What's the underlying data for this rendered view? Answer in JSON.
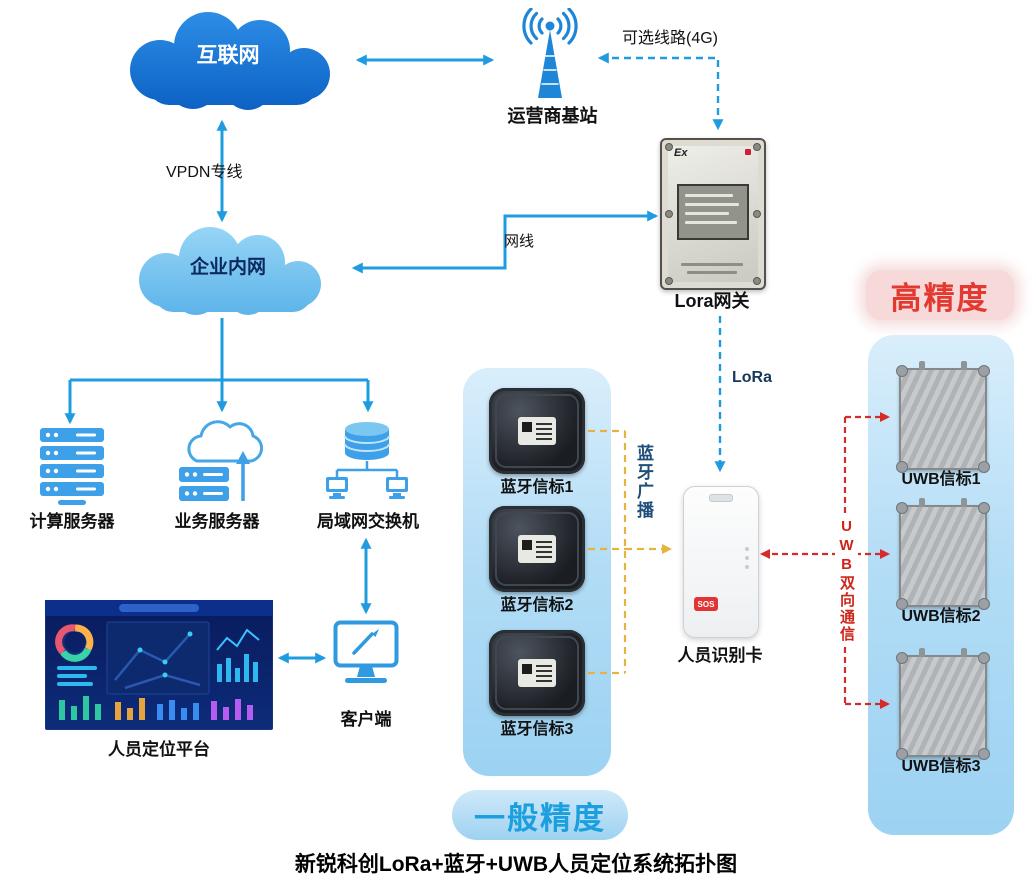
{
  "title": "新锐科创LoRa+蓝牙+UWB人员定位系统拓扑图",
  "badges": {
    "high_precision": "高精度",
    "general_precision": "一般精度"
  },
  "links": {
    "optional_4g": "可选线路(4G)",
    "vpdn": "VPDN专线",
    "ethernet": "网线",
    "lora": "LoRa",
    "bluetooth_broadcast": "蓝牙广播",
    "uwb_duplex": "UWB双向通信"
  },
  "nodes": {
    "internet": {
      "label": "互联网"
    },
    "carrier_base_station": {
      "label": "运营商基站"
    },
    "enterprise_intranet": {
      "label": "企业内网"
    },
    "lora_gateway": {
      "label": "Lora网关",
      "marking": "Ex"
    },
    "compute_server": {
      "label": "计算服务器"
    },
    "business_server": {
      "label": "业务服务器"
    },
    "lan_switch": {
      "label": "局域网交换机"
    },
    "client": {
      "label": "客户端"
    },
    "positioning_platform": {
      "label": "人员定位平台"
    },
    "bt_beacons": [
      {
        "label": "蓝牙信标1"
      },
      {
        "label": "蓝牙信标2"
      },
      {
        "label": "蓝牙信标3"
      }
    ],
    "person_card": {
      "label": "人员识别卡",
      "sos": "SOS"
    },
    "uwb_beacons": [
      {
        "label": "UWB信标1"
      },
      {
        "label": "UWB信标2"
      },
      {
        "label": "UWB信标3"
      }
    ]
  },
  "colors": {
    "arrow_blue": "#1f9cdf",
    "bluetooth_yellow": "#e6b33c",
    "uwb_red": "#d62b2b",
    "high_precision_red": "#e23a30",
    "general_precision_blue": "#1b9fde"
  }
}
